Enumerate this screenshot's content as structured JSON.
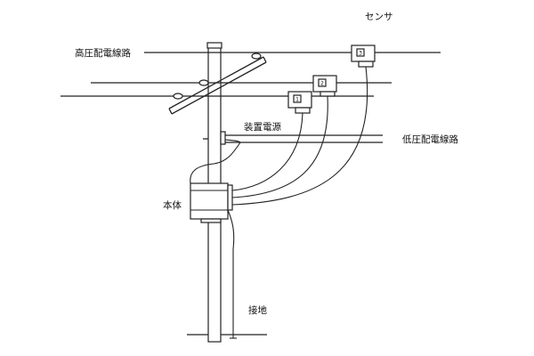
{
  "labels": {
    "sensor": "センサ",
    "high_voltage_line": "高圧配電線路",
    "device_power": "装置電源",
    "low_voltage_line": "低圧配電線路",
    "main_unit": "本体",
    "ground": "接地"
  },
  "sensors": [
    {
      "number": "1"
    },
    {
      "number": "2"
    },
    {
      "number": "3"
    }
  ]
}
